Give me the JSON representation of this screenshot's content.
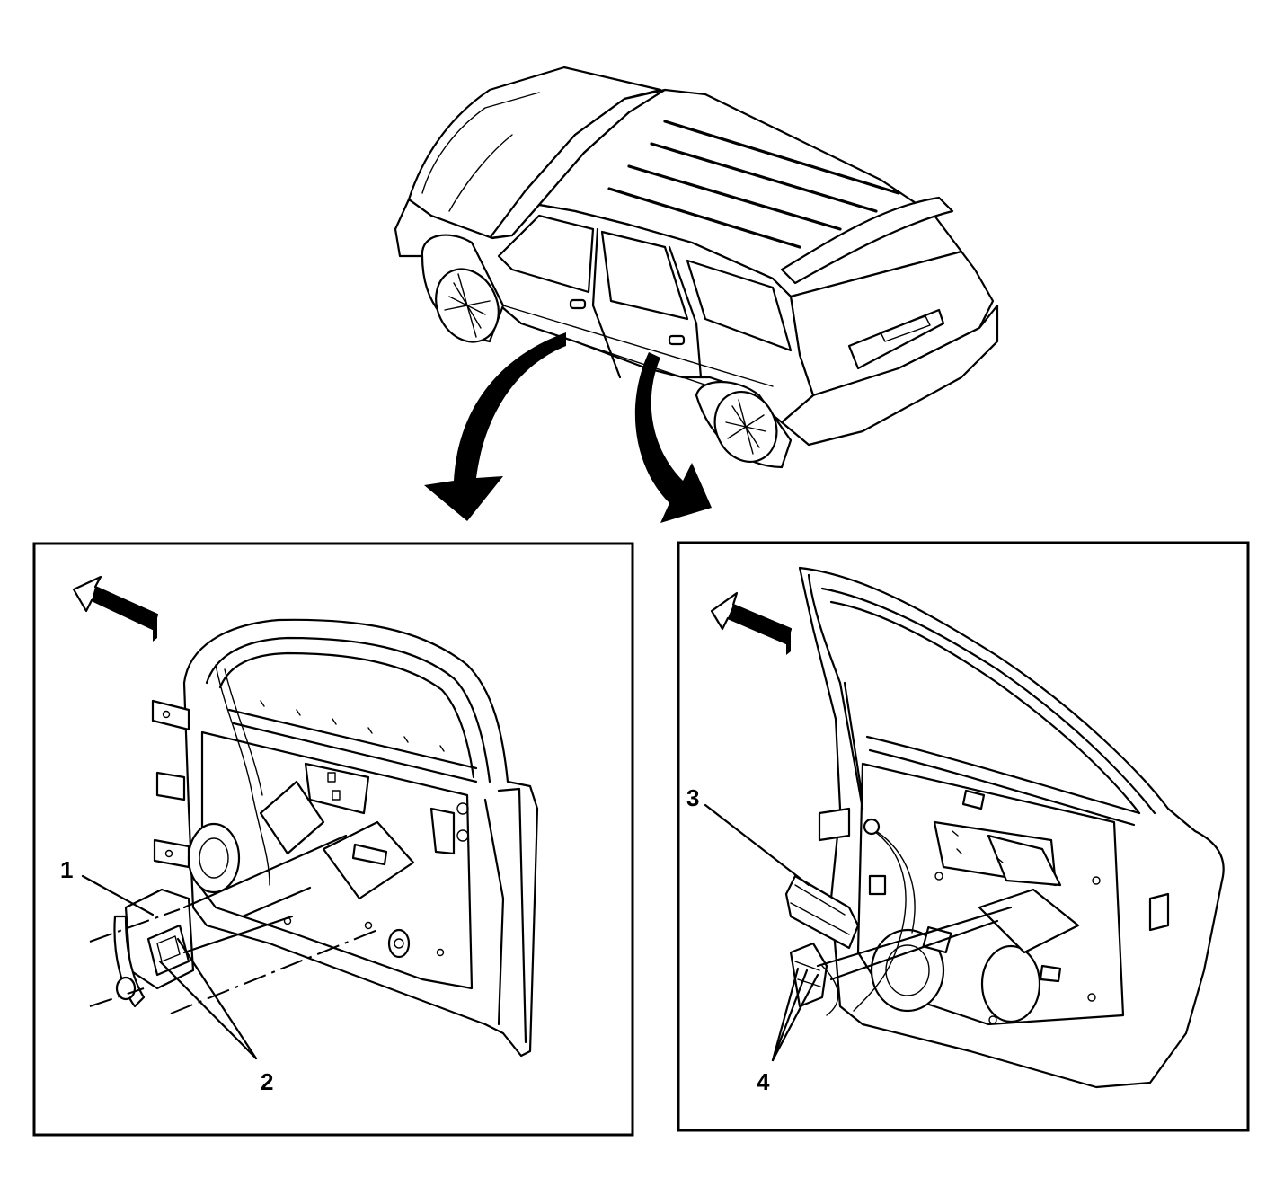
{
  "callouts": {
    "c1": "1",
    "c2": "2",
    "c3": "3",
    "c4": "4"
  },
  "icons": [
    "forward-direction-arrow",
    "callout-arrow"
  ],
  "colors": {
    "line": "#000000",
    "background": "#ffffff"
  }
}
